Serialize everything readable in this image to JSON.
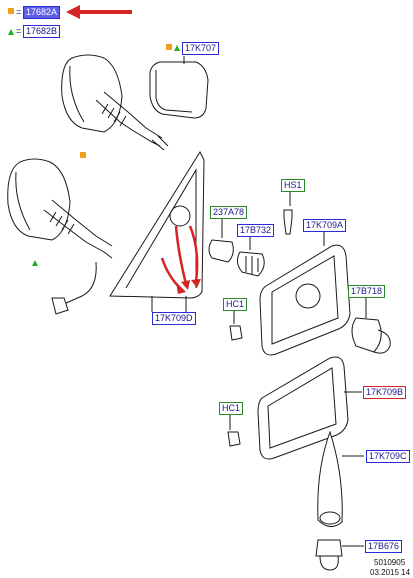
{
  "legend": {
    "square_ref": "17682A",
    "triangle_ref": "17682B",
    "eq": "="
  },
  "parts": {
    "p17k707": "17K707",
    "hs1": "HS1",
    "p237a78": "237A78",
    "p17b732": "17B732",
    "p17k709a": "17K709A",
    "p17b718": "17B718",
    "hc1_upper": "HC1",
    "p17k709d": "17K709D",
    "p17k709b": "17K709B",
    "hc1_lower": "HC1",
    "p17k709c": "17K709C",
    "p17b676": "17B676"
  },
  "footer": {
    "drawing_number": "5010905",
    "date": "03.2015 14"
  },
  "colors": {
    "outline": "#1a1a1a",
    "label_blue": "#2b2bd6",
    "label_green": "#2a8a2a",
    "label_red": "#d42424",
    "arrow_red": "#d42424",
    "square_marker": "#f0a020",
    "triangle_marker": "#22b022",
    "highlight": "#5f5fe8"
  }
}
